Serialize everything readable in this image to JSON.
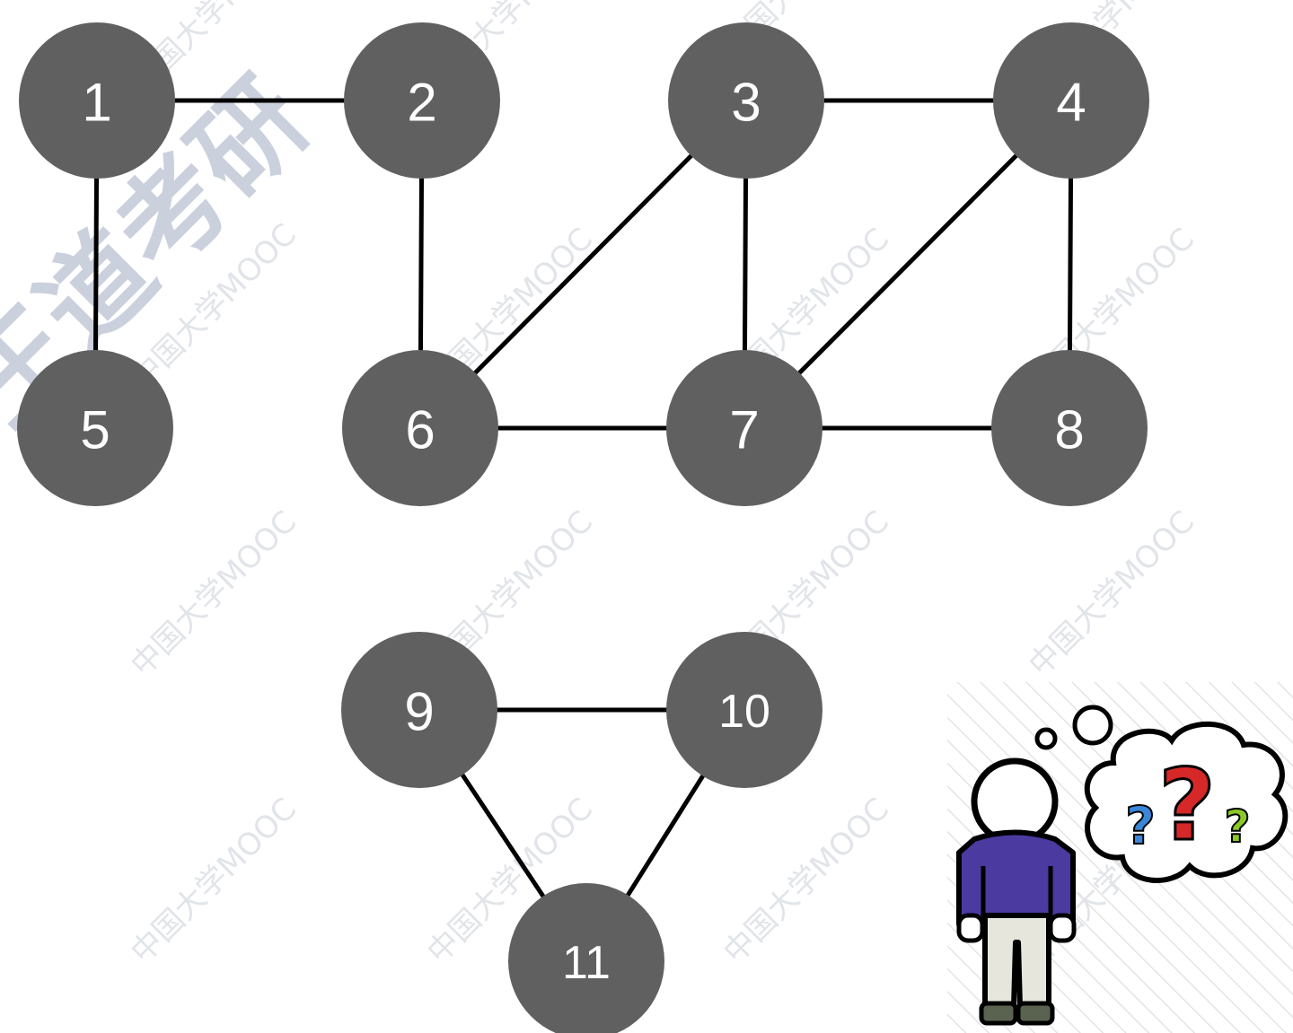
{
  "graph": {
    "nodes": [
      {
        "id": "1",
        "label": "1"
      },
      {
        "id": "2",
        "label": "2"
      },
      {
        "id": "3",
        "label": "3"
      },
      {
        "id": "4",
        "label": "4"
      },
      {
        "id": "5",
        "label": "5"
      },
      {
        "id": "6",
        "label": "6"
      },
      {
        "id": "7",
        "label": "7"
      },
      {
        "id": "8",
        "label": "8"
      },
      {
        "id": "9",
        "label": "9"
      },
      {
        "id": "10",
        "label": "10"
      },
      {
        "id": "11",
        "label": "11"
      }
    ],
    "edges": [
      [
        "1",
        "2"
      ],
      [
        "1",
        "5"
      ],
      [
        "2",
        "6"
      ],
      [
        "3",
        "4"
      ],
      [
        "3",
        "6"
      ],
      [
        "3",
        "7"
      ],
      [
        "4",
        "7"
      ],
      [
        "4",
        "8"
      ],
      [
        "6",
        "7"
      ],
      [
        "7",
        "8"
      ],
      [
        "9",
        "10"
      ],
      [
        "9",
        "11"
      ],
      [
        "10",
        "11"
      ]
    ],
    "node_color": "#606060",
    "label_color": "#ffffff",
    "edge_color": "#000000"
  },
  "watermark": {
    "text": "中国大学MOOC",
    "logo_text": "王道考研",
    "color": "#c9ced6"
  },
  "illustration": {
    "icon": "confused-person-icon",
    "thought_bubble_text": [
      "?",
      "?",
      "?"
    ],
    "question_colors": [
      "#d62828",
      "#3a86d8",
      "#8ac926"
    ],
    "shirt_color": "#4b3aa0",
    "pants_color": "#e6e6dc"
  }
}
